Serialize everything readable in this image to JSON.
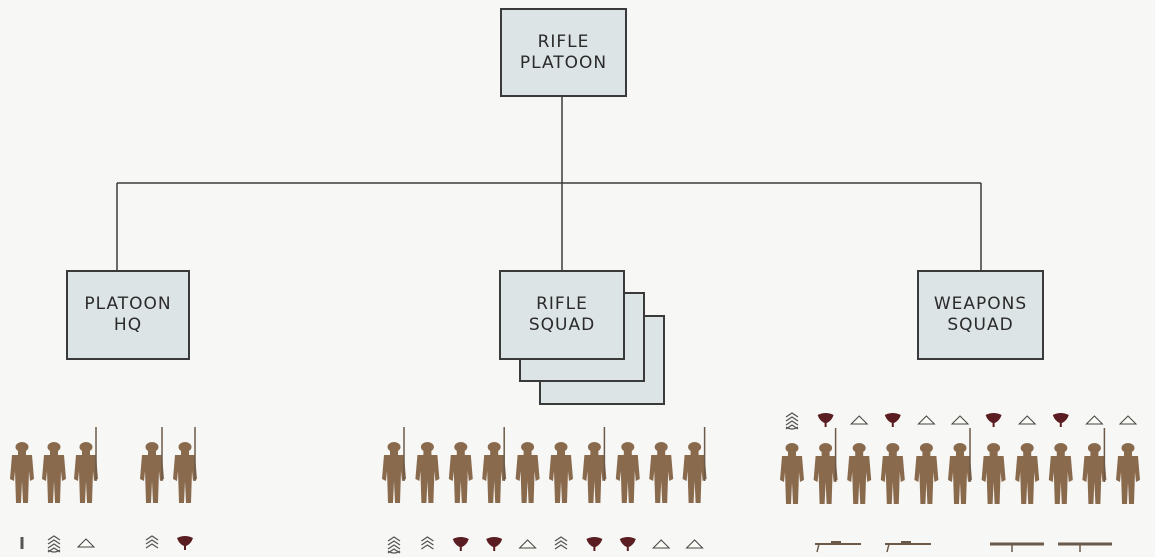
{
  "org_chart": {
    "root": {
      "line1": "RIFLE",
      "line2": "PLATOON"
    },
    "children": [
      {
        "line1": "PLATOON",
        "line2": "HQ"
      },
      {
        "line1": "RIFLE",
        "line2": "SQUAD"
      },
      {
        "line1": "WEAPONS",
        "line2": "SQUAD"
      }
    ]
  },
  "groups": {
    "platoon_hq": {
      "soldiers": 5,
      "insignia": [
        "bar",
        "sergeant-rockers",
        "private",
        "staff-sergeant",
        "corporal-spade"
      ]
    },
    "rifle_squad": {
      "soldiers": 10,
      "insignia": [
        "sergeant-rockers",
        "staff-sergeant",
        "corporal-spade",
        "corporal-spade",
        "private",
        "staff-sergeant",
        "corporal-spade",
        "corporal-spade",
        "private",
        "private"
      ]
    },
    "weapons_squad": {
      "soldiers": 11,
      "insignia_top": [
        "sergeant-rockers",
        "corporal-spade",
        "private",
        "corporal-spade",
        "private",
        "private",
        "corporal-spade",
        "private",
        "corporal-spade",
        "private",
        "private"
      ],
      "weapons": [
        "machine-gun",
        "machine-gun",
        "rocket-launcher",
        "rocket-launcher"
      ]
    }
  },
  "colors": {
    "box_fill": "#dde4e6",
    "line": "#3a3a3a",
    "soldier": "#8a6a4d",
    "spade": "#5a1e22"
  }
}
